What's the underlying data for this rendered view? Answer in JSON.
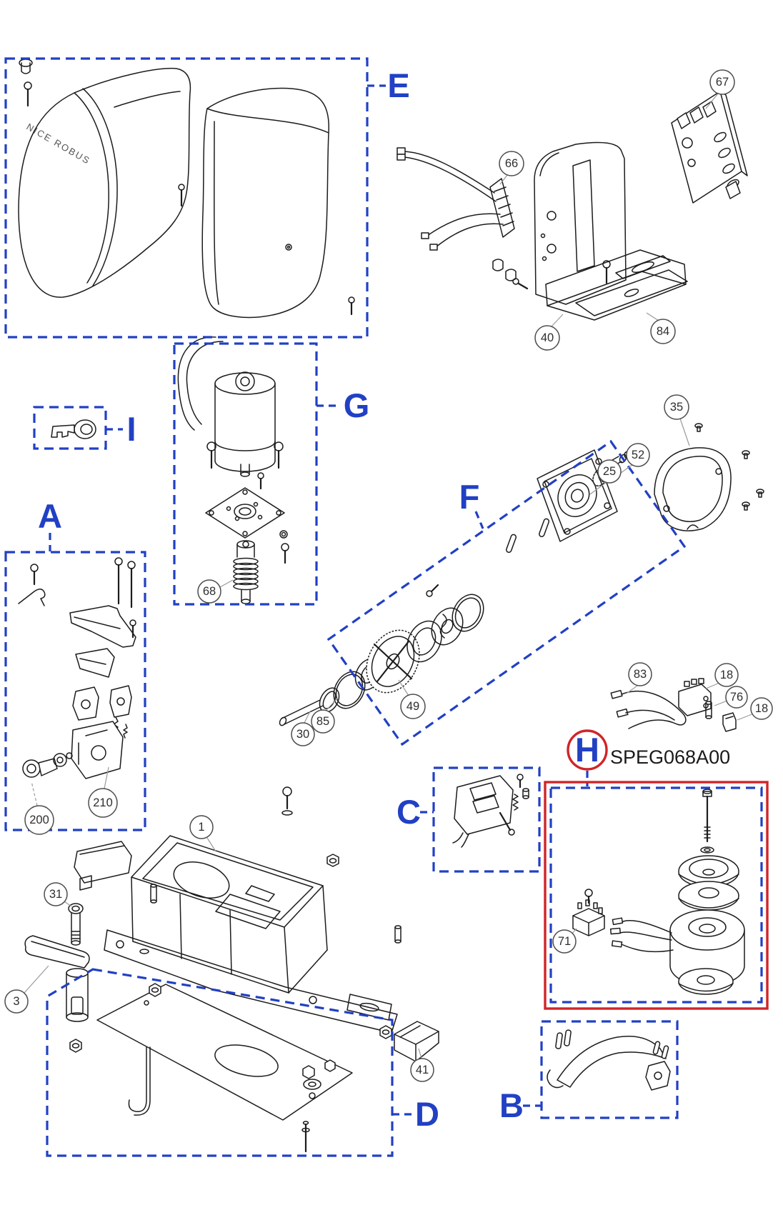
{
  "diagram": {
    "brand_text": "NICE ROBUS",
    "part_code": "SPEG068A00",
    "groups": {
      "A": "A",
      "B": "B",
      "C": "C",
      "D": "D",
      "E": "E",
      "F": "F",
      "G": "G",
      "H": "H",
      "I": "I"
    },
    "callouts": {
      "c1": "1",
      "c3": "3",
      "c18a": "18",
      "c18b": "18",
      "c25": "25",
      "c30": "30",
      "c31": "31",
      "c35": "35",
      "c40": "40",
      "c41": "41",
      "c49": "49",
      "c52": "52",
      "c66": "66",
      "c67": "67",
      "c68": "68",
      "c71": "71",
      "c76": "76",
      "c83": "83",
      "c84": "84",
      "c85": "85",
      "c200": "200",
      "c210": "210"
    },
    "colors": {
      "group_box_blue": "#2140c4",
      "highlight_red": "#d02428",
      "line_ink": "#1c1c1c",
      "leader_grey": "#9a9a9a",
      "background": "#ffffff"
    }
  }
}
